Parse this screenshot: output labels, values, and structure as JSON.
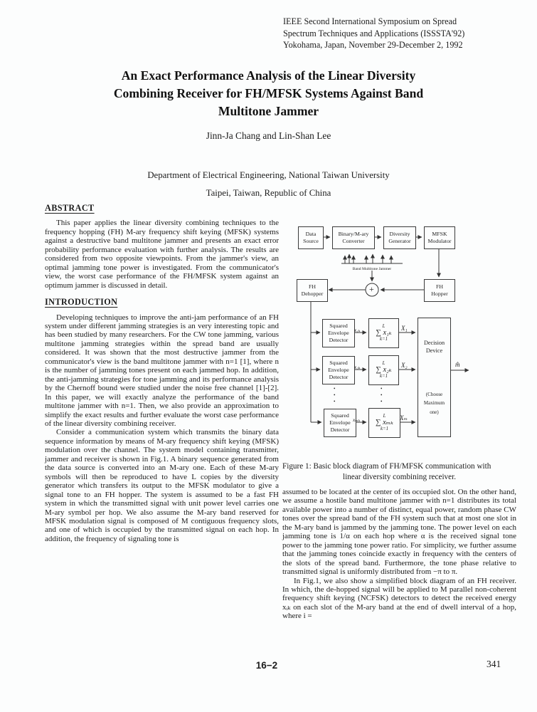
{
  "header": {
    "lines": [
      "IEEE Second International Symposium on Spread",
      "Spectrum Techniques and Applications (ISSSTA'92)",
      "Yokohama, Japan, November 29-December 2, 1992"
    ]
  },
  "title_lines": [
    "An Exact Performance Analysis of the Linear Diversity",
    "Combining Receiver for FH/MFSK Systems Against Band",
    "Multitone Jammer"
  ],
  "authors": "Jinn-Ja Chang and Lin-Shan Lee",
  "affiliation": [
    "Department of Electrical Engineering, National Taiwan University",
    "Taipei, Taiwan, Republic of China"
  ],
  "abstract": {
    "heading": "ABSTRACT",
    "body": "This paper applies the linear diversity combining techniques to the frequency hopping (FH) M-ary frequency shift keying (MFSK) systems against a destructive band multitone jammer and presents an exact error probability performance evaluation with further analysis. The results are considered from two opposite viewpoints. From the jammer's view, an optimal jamming tone power is investigated. From the communicator's view, the worst case performance of the FH/MFSK system against an optimum jammer is discussed in detail."
  },
  "introduction": {
    "heading": "INTRODUCTION",
    "p1": "Developing techniques to improve the anti-jam performance of an FH system under different jamming strategies is an very interesting topic and has been studied by many researchers.  For the CW tone jamming, various multitone jamming strategies within the spread band are usually considered. It was shown that the most destructive jammer from the communicator's view is the band multitone jammer with n=1 [1], where n is the number of jamming tones present on each jammed hop.  In addition, the anti-jamming strategies for tone jamming and its performance analysis by the Chernoff bound were studied under the noise free channel [1]-[2]. In this paper, we will exactly analyze the performance of the band multitone jammer with n=1.  Then, we also provide an approximation to simplify the exact results and further evaluate the worst case performance of the linear diversity combining receiver.",
    "p2": "Consider a communication system which transmits the binary data sequence information by means of M-ary frequency shift keying (MFSK) modulation over the channel. The system model containing transmitter, jammer and receiver is shown in Fig.1.  A binary sequence generated from the data source is converted into an M-ary one.  Each of these M-ary symbols will then be reproduced to have L copies by the diversity generator which transfers its output to the MFSK modulator to give a signal tone to an FH hopper.  The system is assumed to be a fast FH system in which the transmitted signal with unit power level carries one M-ary symbol per hop. We also assume the M-ary band reserved for MFSK modulation signal is composed of M contiguous frequency slots, and one of which is occupied by the transmitted signal on each hop.  In addition, the frequency of signaling tone is"
  },
  "right_column": {
    "p1": "assumed to be located at the center of its occupied slot.  On the other hand, we assume a hostile band multitone jammer with n=1 distributes its total available power into a number of distinct, equal power, random phase CW tones over the spread band of the FH system such that at most one slot in the M-ary band is jammed by the jamming tone.  The power level on each jamming tone is 1/α on each hop where α is the received signal tone power to the jamming tone power ratio.  For simplicity, we further assume that the jamming tones coincide exactly in frequency with the centers of the slots of the spread band.  Furthermore, the tone phase relative to transmitted signal is uniformly distributed from −π to π.",
    "p2": "In Fig.1, we also show a simplified block diagram of an FH receiver.  In which, the de-hopped signal will be applied to M parallel non-coherent frequency shift keying (NCFSK) detectors to detect the received energy xᵢₖ on each slot of the M-ary band at the end of dwell interval of a hop, where i ="
  },
  "figure": {
    "caption_line1": "Figure 1: Basic block diagram of FH/MFSK communication with",
    "caption_line2": "linear diversity combining receiver.",
    "blocks": {
      "data_source": "Data\nSource",
      "converter": "Binary/M-ary\nConverter",
      "diversity": "Diversity\nGenerator",
      "mfsk": "MFSK\nModulator",
      "dehopper": "FH\nDehopper",
      "hopper": "FH\nHopper",
      "sed": "Squared\nEnvelope\nDetector",
      "decision": "Decision\nDevice",
      "decision_note": "(Choose\nMaximum\none)"
    },
    "jammer_label": "Band Multitone Jammer",
    "plus": "+",
    "sums": {
      "limit": "L",
      "lower": "k=1",
      "body1": "∑ x₁ₖ",
      "body2": "∑ x₂ₖ",
      "body3": "∑ xₘₖ"
    },
    "arrow_labels": {
      "in1": "x₁ₖ",
      "in2": "x₂ₖ",
      "in3": "xₘₖ",
      "out1": "X₁",
      "out2": "X₂",
      "out3": "Xₘ",
      "final": "m̂"
    },
    "dots": "•\n•\n•"
  },
  "footer": {
    "session": "16−2",
    "page_number": "341"
  }
}
